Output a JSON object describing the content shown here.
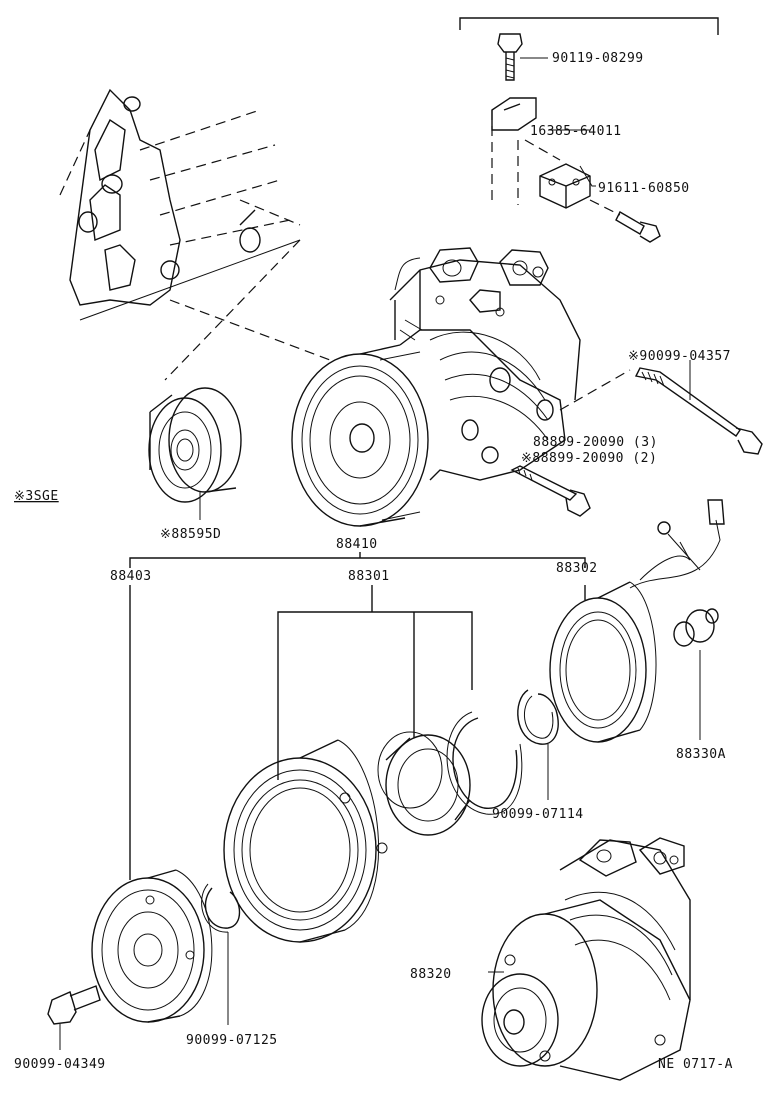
{
  "diagram": {
    "part_labels": {
      "bolt_top": "90119-08299",
      "bracket": "16385-64011",
      "bolt_bracket": "91611-60850",
      "stud_bolt": "※90099-04357",
      "bolt_a": "88899-20090 (3)",
      "bolt_b": "※88899-20090 (2)",
      "engine_variant": "※3SGE",
      "idler_pulley": "※88595D",
      "clutch_assy": "88410",
      "pressure_plate": "88403",
      "rotor": "88301",
      "stator": "88302",
      "thermistor": "88330A",
      "snap_ring_inner": "90099-07114",
      "snap_ring_outer": "90099-07125",
      "center_bolt": "90099-04349",
      "compressor": "88320"
    },
    "figure_code": "NE 0717-A"
  }
}
